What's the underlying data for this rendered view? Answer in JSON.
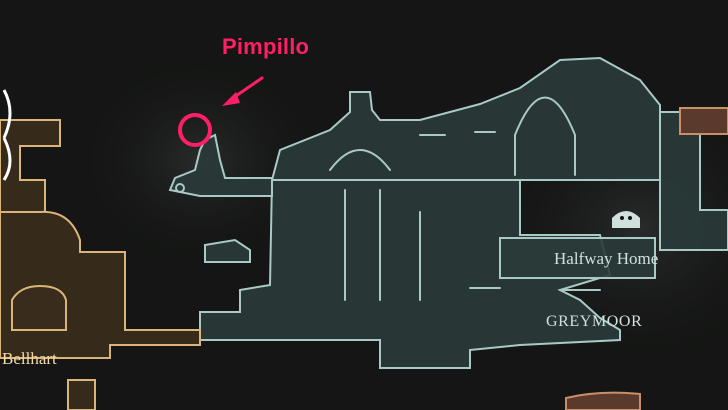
{
  "map": {
    "marker": {
      "name": "Pimpillo",
      "color": "#ff1f66"
    },
    "areas": [
      {
        "name": "GREYMOOR",
        "color": "#a8c9c6"
      },
      {
        "name": "Bellhart",
        "color": "#d9b57a"
      }
    ],
    "landmarks": [
      {
        "name": "Halfway Home"
      }
    ]
  }
}
